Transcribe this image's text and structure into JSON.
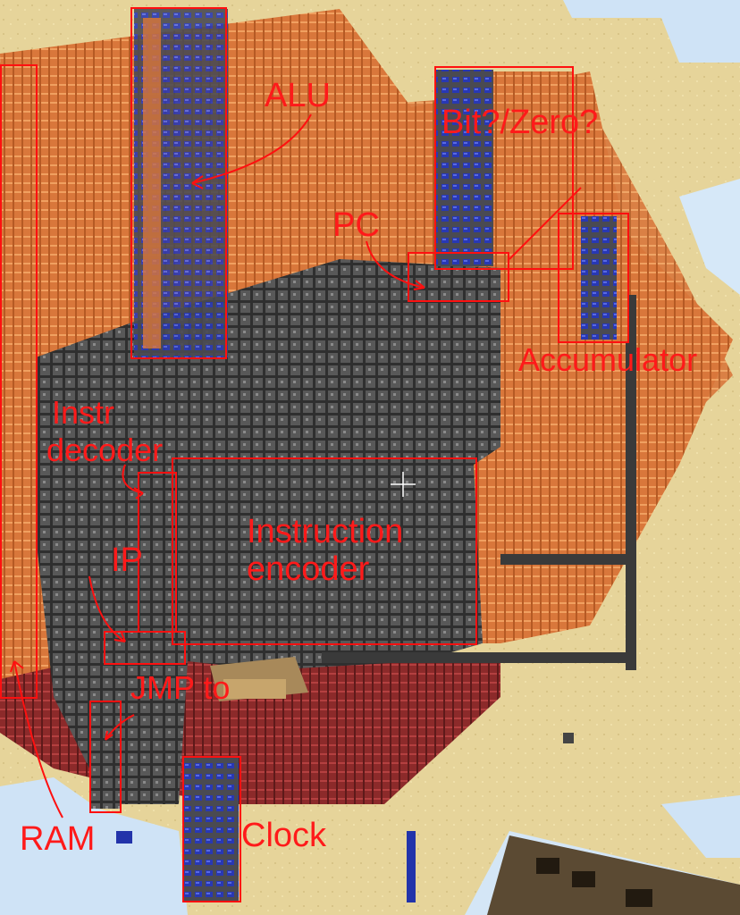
{
  "annotations": {
    "alu": "ALU",
    "bit_zero": "Bit?/Zero?",
    "pc": "PC",
    "accumulator": "Accumulator",
    "instr_decoder_line1": "Instr",
    "instr_decoder_line2": "decoder",
    "instruction_encoder_line1": "Instruction",
    "instruction_encoder_line2": "encoder",
    "ip": "IP",
    "jmp_to": "JMP to",
    "ram": "RAM",
    "clock": "Clock"
  },
  "colors": {
    "sand": "#e6d49a",
    "orange_wool": "#e07a3a",
    "dark_wiring": "#3a3a3a",
    "blue_lapis": "#2233aa",
    "red_brick": "#9b2d2d",
    "annotation_red": "#ff1010",
    "sky": "#cfe3f6"
  }
}
